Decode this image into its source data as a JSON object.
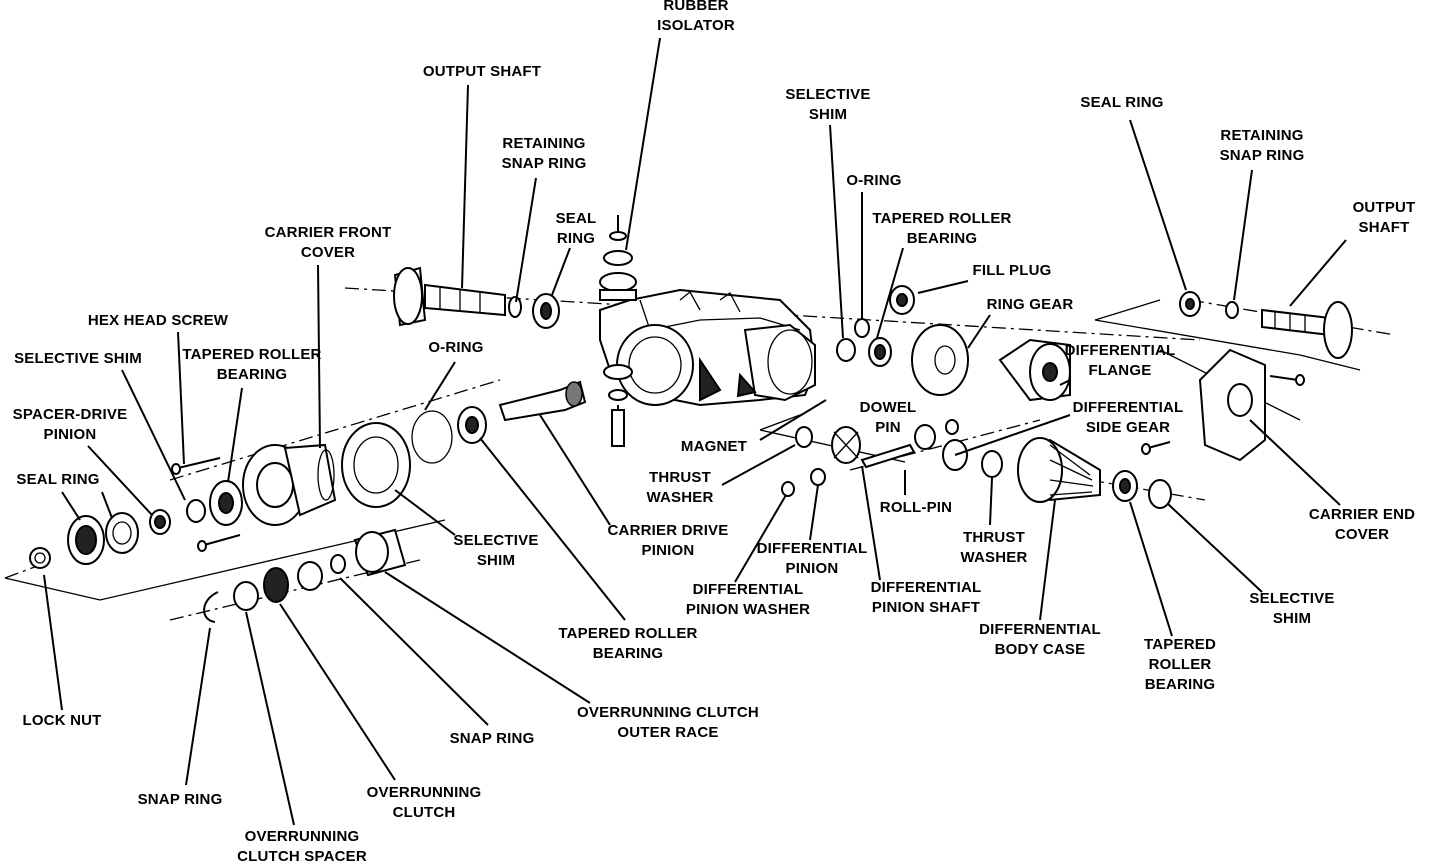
{
  "labels": {
    "rubber_isolator": [
      "RUBBER",
      "ISOLATOR"
    ],
    "output_shaft_left": [
      "OUTPUT SHAFT"
    ],
    "retaining_snap_ring_left": [
      "RETAINING",
      "SNAP RING"
    ],
    "seal_ring_top": [
      "SEAL",
      "RING"
    ],
    "carrier_front_cover": [
      "CARRIER FRONT",
      "COVER"
    ],
    "hex_head_screw": [
      "HEX HEAD SCREW"
    ],
    "selective_shim_left": [
      "SELECTIVE SHIM"
    ],
    "tapered_roller_bearing_left": [
      "TAPERED ROLLER",
      "BEARING"
    ],
    "spacer_drive_pinion": [
      "SPACER-DRIVE",
      "PINION"
    ],
    "seal_ring_left": [
      "SEAL RING"
    ],
    "o_ring_left": [
      "O-RING"
    ],
    "selective_shim_mid": [
      "SELECTIVE",
      "SHIM"
    ],
    "carrier_drive_pinion": [
      "CARRIER DRIVE",
      "PINION"
    ],
    "tapered_roller_bearing_bottom": [
      "TAPERED ROLLER",
      "BEARING"
    ],
    "lock_nut": [
      "LOCK NUT"
    ],
    "snap_ring_low": [
      "SNAP RING"
    ],
    "overrunning_clutch_spacer": [
      "OVERRUNNING",
      "CLUTCH SPACER"
    ],
    "overrunning_clutch": [
      "OVERRUNNING",
      "CLUTCH"
    ],
    "snap_ring_mid": [
      "SNAP RING"
    ],
    "overrunning_clutch_outer_race": [
      "OVERRUNNING CLUTCH",
      "OUTER RACE"
    ],
    "selective_shim_top": [
      "SELECTIVE",
      "SHIM"
    ],
    "o_ring_right": [
      "O-RING"
    ],
    "tapered_roller_bearing_top": [
      "TAPERED ROLLER",
      "BEARING"
    ],
    "fill_plug": [
      "FILL PLUG"
    ],
    "ring_gear": [
      "RING GEAR"
    ],
    "magnet": [
      "MAGNET"
    ],
    "dowel_pin": [
      "DOWEL",
      "PIN"
    ],
    "differential_flange": [
      "DIFFERENTIAL",
      "FLANGE"
    ],
    "differential_side_gear": [
      "DIFFERENTIAL",
      "SIDE GEAR"
    ],
    "thrust_washer_left": [
      "THRUST",
      "WASHER"
    ],
    "roll_pin": [
      "ROLL-PIN"
    ],
    "differential_pinion": [
      "DIFFERENTIAL",
      "PINION"
    ],
    "differential_pinion_washer": [
      "DIFFERENTIAL",
      "PINION WASHER"
    ],
    "differential_pinion_shaft": [
      "DIFFERENTIAL",
      "PINION SHAFT"
    ],
    "thrust_washer_right": [
      "THRUST",
      "WASHER"
    ],
    "differential_body_case": [
      "DIFFERNENTIAL",
      "BODY CASE"
    ],
    "tapered_roller_bearing_right": [
      "TAPERED",
      "ROLLER",
      "BEARING"
    ],
    "selective_shim_right": [
      "SELECTIVE",
      "SHIM"
    ],
    "seal_ring_right": [
      "SEAL RING"
    ],
    "retaining_snap_ring_right": [
      "RETAINING",
      "SNAP RING"
    ],
    "output_shaft_right": [
      "OUTPUT",
      "SHAFT"
    ],
    "carrier_end_cover": [
      "CARRIER END",
      "COVER"
    ]
  }
}
